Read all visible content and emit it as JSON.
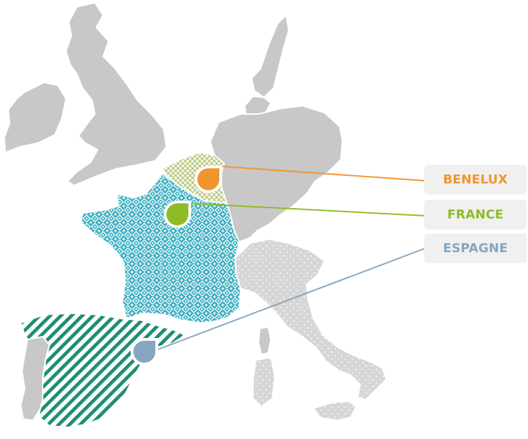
{
  "regions": [
    {
      "id": "benelux",
      "label": "BENELUX",
      "color": "#f0962e"
    },
    {
      "id": "france",
      "label": "FRANCE",
      "color": "#8ebc27"
    },
    {
      "id": "espagne",
      "label": "ESPAGNE",
      "color": "#86a6bf"
    }
  ],
  "colors": {
    "land": "#c8c8c8",
    "land_light": "#d6d6d6",
    "france_pattern": "#46b3c5",
    "spain_pattern": "#1f8f72",
    "benelux_pattern": "#9ab24a",
    "label_bg": "#f0f0f0"
  },
  "icons": {
    "benelux": "map-pin-icon",
    "france": "map-pin-icon",
    "espagne": "map-pin-icon"
  }
}
